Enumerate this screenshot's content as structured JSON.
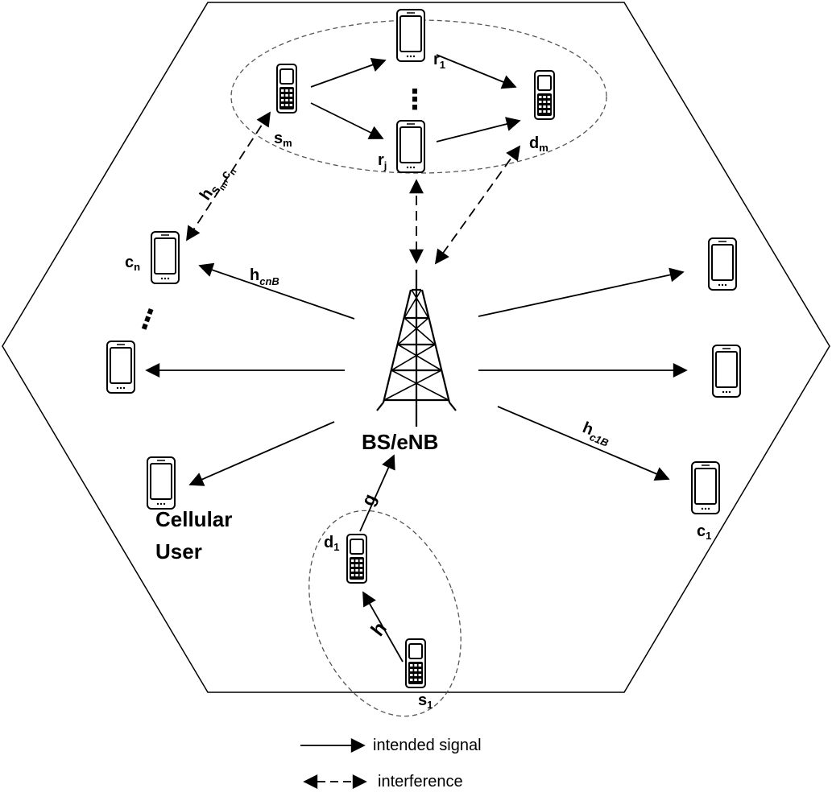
{
  "base_station": {
    "label": "BS/eNB"
  },
  "cellular_user_caption": {
    "line1": "Cellular",
    "line2": "User"
  },
  "nodes": {
    "s_m": {
      "base": "s",
      "sub": "m"
    },
    "r_1": {
      "base": "r",
      "sub": "1"
    },
    "r_j": {
      "base": "r",
      "sub": "j"
    },
    "d_m": {
      "base": "d",
      "sub": "m"
    },
    "c_n": {
      "base": "c",
      "sub": "n"
    },
    "c_1": {
      "base": "c",
      "sub": "1"
    },
    "d_1": {
      "base": "d",
      "sub": "1"
    },
    "s_1": {
      "base": "s",
      "sub": "1"
    }
  },
  "channels": {
    "h_smcn": {
      "base": "h",
      "sub": "s",
      "subsub": "m",
      "sep": ",",
      "tail": "c",
      "tailsub": "n"
    },
    "h_cnB": {
      "base": "h",
      "sub": "cnB"
    },
    "h_c1B": {
      "base": "h",
      "sub": "c1B"
    },
    "g": {
      "text": "g"
    },
    "h": {
      "text": "h"
    }
  },
  "ellipsis": {
    "vertical": "⋮",
    "diagonal": "⋮"
  },
  "legend": {
    "intended": "intended signal",
    "interference": "interference"
  },
  "colors": {
    "line": "#000000",
    "dashed_region": "#555555",
    "phone_body": "#ffffff"
  }
}
